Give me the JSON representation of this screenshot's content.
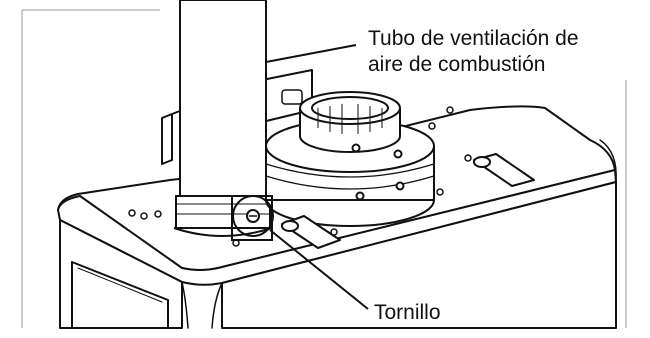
{
  "labels": {
    "vent_pipe_line1": "Tubo de ventilación de",
    "vent_pipe_line2": "aire de combustión",
    "screw": "Tornillo"
  }
}
